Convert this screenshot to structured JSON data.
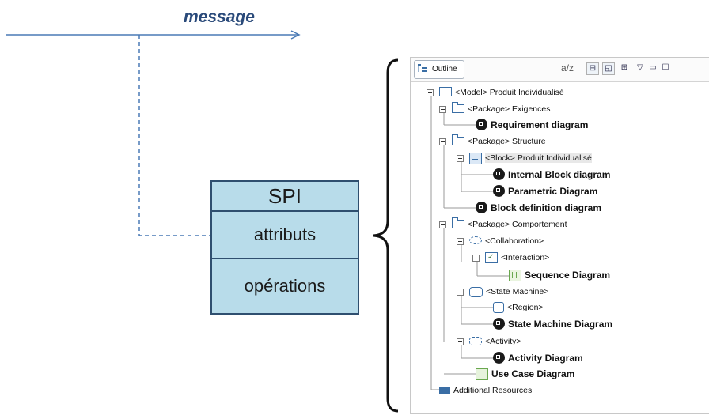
{
  "message": {
    "label": "message"
  },
  "spi_class": {
    "name": "SPI",
    "attributes": "attributs",
    "operations": "opérations"
  },
  "outline": {
    "tab_label": "Outline",
    "toolbar": {
      "sort_glyph": "a/z"
    },
    "tree": [
      {
        "label": "<Model> Produit Individualisé",
        "icon": "model-icon",
        "bold": false
      },
      {
        "label": "<Package> Exigences",
        "icon": "package-icon",
        "bold": false
      },
      {
        "label": "Requirement diagram",
        "icon": "diagram-icon",
        "bold": true
      },
      {
        "label": "<Package> Structure",
        "icon": "package-icon",
        "bold": false
      },
      {
        "label": "<Block> Produit Individualisé",
        "icon": "block-icon",
        "bold": false,
        "selected": true
      },
      {
        "label": "Internal Block diagram",
        "icon": "diagram-icon",
        "bold": true
      },
      {
        "label": "Parametric Diagram",
        "icon": "diagram-icon",
        "bold": true
      },
      {
        "label": "Block definition diagram",
        "icon": "diagram-icon",
        "bold": true
      },
      {
        "label": "<Package> Comportement",
        "icon": "package-icon",
        "bold": false
      },
      {
        "label": "<Collaboration>",
        "icon": "collaboration-icon",
        "bold": false
      },
      {
        "label": "<Interaction>",
        "icon": "interaction-icon",
        "bold": false
      },
      {
        "label": "Sequence Diagram",
        "icon": "sequence-diagram-icon",
        "bold": true
      },
      {
        "label": "<State Machine>",
        "icon": "state-machine-icon",
        "bold": false
      },
      {
        "label": "<Region>",
        "icon": "region-icon",
        "bold": false
      },
      {
        "label": "State Machine Diagram",
        "icon": "diagram-icon",
        "bold": true
      },
      {
        "label": "<Activity>",
        "icon": "activity-icon",
        "bold": false
      },
      {
        "label": "Activity Diagram",
        "icon": "diagram-icon",
        "bold": true
      },
      {
        "label": "Use Case Diagram",
        "icon": "use-case-diagram-icon",
        "bold": true
      },
      {
        "label": "Additional Resources",
        "icon": "resources-icon",
        "bold": false
      }
    ]
  },
  "colors": {
    "accent_line": "#4a7ab5",
    "class_fill": "#b8dcea",
    "class_border": "#2f4f6f",
    "message_text": "#2a4a7a"
  }
}
